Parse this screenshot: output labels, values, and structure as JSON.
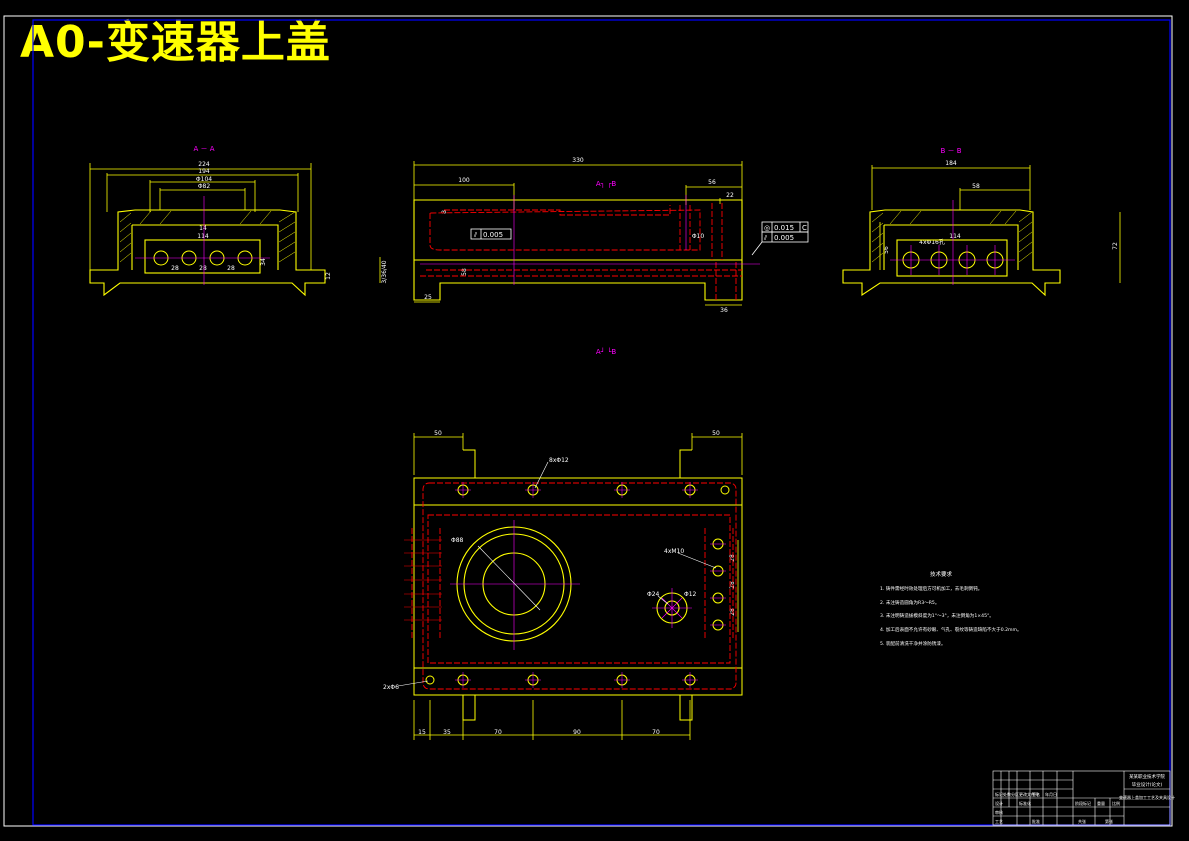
{
  "title": "A0-变速器上盖",
  "colors": {
    "background": "#000000",
    "frame": "#0000ff",
    "outline": "#ffff00",
    "hidden": "#ff0000",
    "section_label": "#ff00ff",
    "centerline": "#ff00ff",
    "text": "#ffffff"
  },
  "views": {
    "section_aa": {
      "label": "A － A",
      "dims": {
        "d224": "224",
        "d194": "194",
        "d104": "Φ104",
        "d82": "Φ82",
        "d14": "14",
        "d114": "114",
        "d28a": "28",
        "d28b": "28",
        "d28c": "28",
        "d34": "34",
        "d12": "12"
      }
    },
    "front": {
      "section_mark": "A┐ ┌B",
      "dims": {
        "d330": "330",
        "d100": "100",
        "d56": "56",
        "d22": "22",
        "d10": "Φ10",
        "d25": "25",
        "d36": "36",
        "left_stack": "3/36/40",
        "d8": "8",
        "d58": "58"
      },
      "tolerances": {
        "left": "0.005",
        "right1": "0.015",
        "right1_datum": "C",
        "right2": "0.005"
      }
    },
    "section_bb": {
      "label": "B － B",
      "dims": {
        "d184": "184",
        "d58": "58",
        "holes": "4xΦ16孔",
        "d114": "114",
        "d56": "56",
        "d72": "72"
      }
    },
    "plan": {
      "section_mark": "A┘ └B",
      "dims": {
        "d50l": "50",
        "d50r": "50",
        "bolt": "8xΦ12",
        "d88": "Φ88",
        "d4m10": "4xM10",
        "d24": "Φ24",
        "d12b": "Φ12",
        "d2m6": "2xΦ6",
        "d15": "15",
        "d35": "35",
        "d70a": "70",
        "d90": "90",
        "d70b": "70",
        "r28a": "28",
        "r28b": "28",
        "r28c": "28"
      }
    }
  },
  "technical_requirements": {
    "heading": "技术要求",
    "items": [
      "1. 铸件需经时效处理后方可机加工，去毛刺倒钝。",
      "2. 未注铸造圆角为R3～R5。",
      "3. 未注明铸造拔模斜度为1°～3°，未注倒角为1×45°。",
      "4. 加工后表面不允许有砂眼、气孔、裂纹等铸造缺陷不大于0.2mm。",
      "5. 装配前清洗干净并涂防锈漆。"
    ]
  },
  "title_block": {
    "school": "某某职业技术学院",
    "dept": "毕业设计(论文)",
    "part": "变速器上盖加工工艺及夹具设计",
    "labels": [
      "标记",
      "处数",
      "分区",
      "更改文件号",
      "签名",
      "年月日",
      "设计",
      "标准化",
      "审核",
      "工艺",
      "批准",
      "阶段标记",
      "重量",
      "比例",
      "共张",
      "第张"
    ]
  }
}
